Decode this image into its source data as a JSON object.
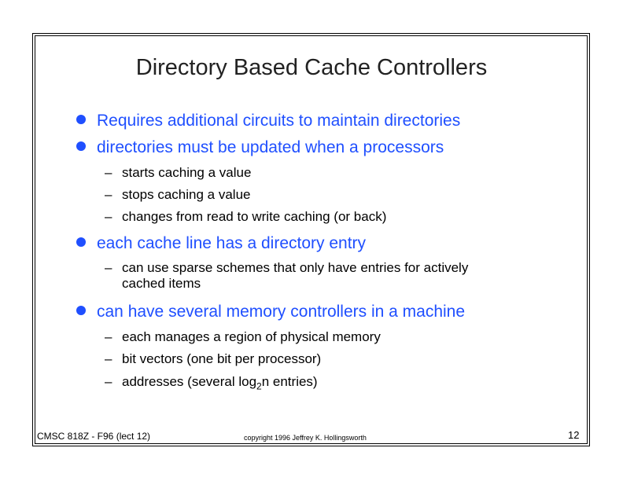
{
  "title": "Directory Based Cache Controllers",
  "bullets": [
    {
      "text": "Requires additional circuits to maintain directories"
    },
    {
      "text": "directories must be updated when a processors"
    },
    {
      "text": "each cache line has a directory entry"
    },
    {
      "text": "can have several memory controllers in a machine"
    }
  ],
  "subs": [
    "starts caching a value",
    "stops caching a value",
    "changes from read to write caching (or back)",
    "can use sparse schemes that only have entries for actively",
    "cached items",
    "each manages a region of physical memory",
    "bit vectors (one bit per processor)",
    "addresses (several log",
    "2",
    "n entries)"
  ],
  "footer": {
    "course": "CMSC 818Z - F96  (lect 12)",
    "copyright": "copyright 1996  Jeffrey K. Hollingsworth",
    "page": "12"
  },
  "colors": {
    "accent": "#1f4fff"
  }
}
